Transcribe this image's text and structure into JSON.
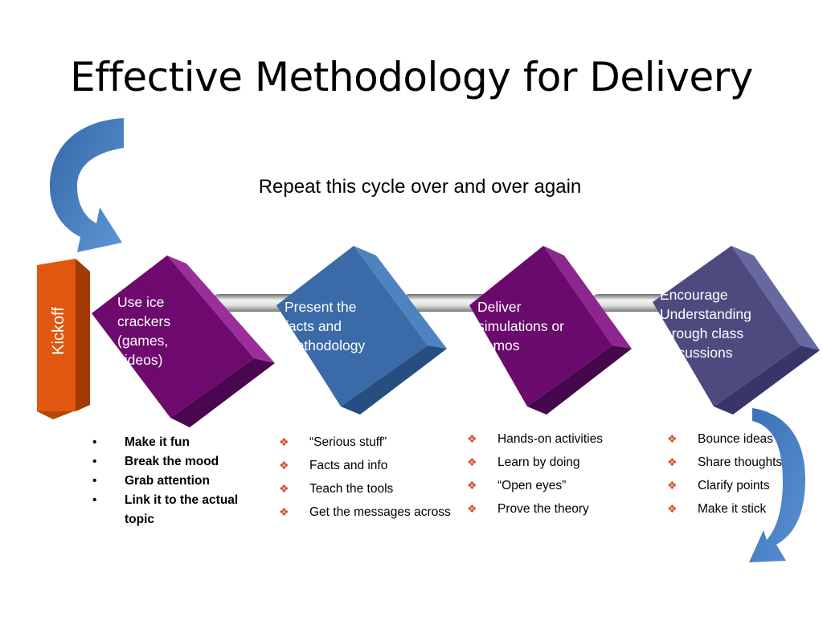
{
  "title": "Effective Methodology for Delivery",
  "subtitle": "Repeat this cycle over and over again",
  "kickoff": "Kickoff",
  "colors": {
    "kickoff": "#e0570f",
    "purple": "#6e0a6e",
    "blue": "#3a6aa8",
    "slate": "#4e4a80",
    "arrow": "#4a7fc0",
    "bullet_marker": "#d84b2e"
  },
  "steps": [
    {
      "text": "Use ice crackers (games, videos)"
    },
    {
      "text": "Present the facts and methodology"
    },
    {
      "text": "Deliver simulations or demos"
    },
    {
      "text": "Encourage Understanding through class discussions"
    }
  ],
  "lists": [
    {
      "marker": "•",
      "items": [
        "Make it fun",
        "Break the mood",
        "Grab attention",
        "Link it to the actual topic"
      ]
    },
    {
      "marker": "❖",
      "items": [
        "“Serious stuff”",
        "Facts and info",
        "Teach the tools",
        "Get the messages across"
      ]
    },
    {
      "marker": "❖",
      "items": [
        "Hands-on activities",
        "Learn by doing",
        "“Open eyes”",
        "Prove the theory"
      ]
    },
    {
      "marker": "❖",
      "items": [
        "Bounce ideas",
        "Share thoughts",
        "Clarify points",
        "Make it stick"
      ]
    }
  ]
}
